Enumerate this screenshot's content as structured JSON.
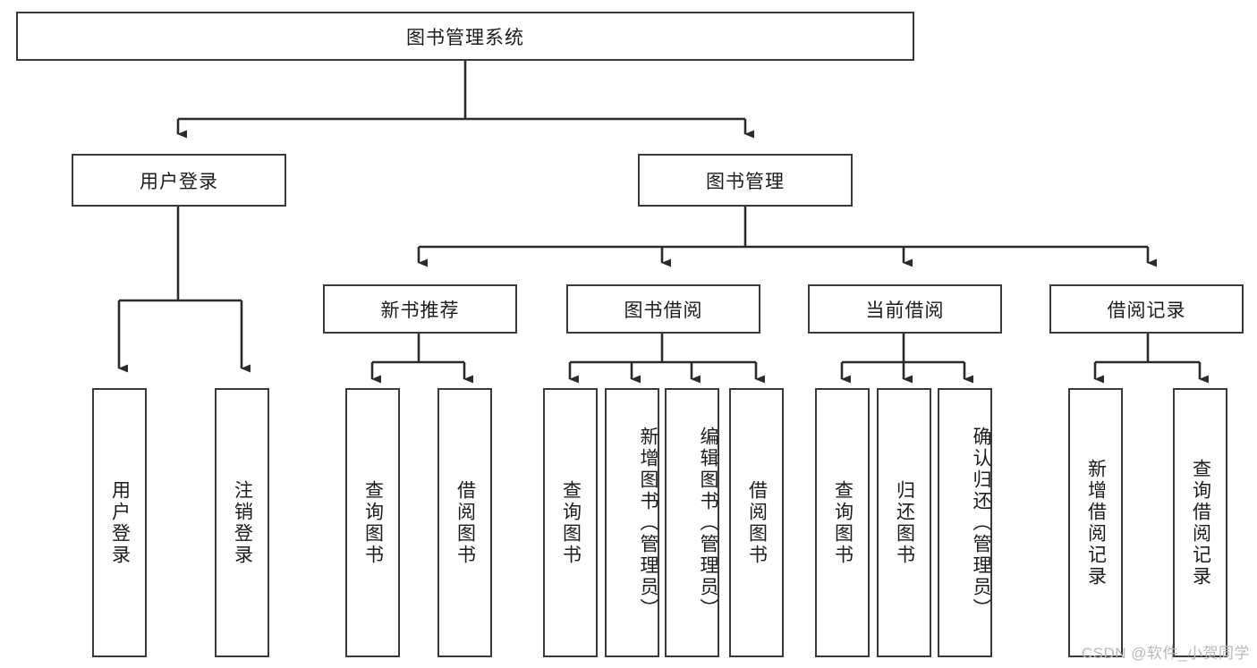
{
  "diagram": {
    "type": "tree",
    "title": "图书管理系统",
    "orientation": "top-down",
    "colors": {
      "background": "#ffffff",
      "box_border": "#3a3a3a",
      "box_fill": "#ffffff",
      "connector": "#2b2b2b",
      "text": "#1b1b1b",
      "watermark": "#b9b9b9"
    },
    "root": {
      "id": "root",
      "label": "图书管理系统",
      "orientation": "horizontal"
    },
    "level2": [
      {
        "id": "user-login",
        "label": "用户登录",
        "orientation": "horizontal"
      },
      {
        "id": "book-manage",
        "label": "图书管理",
        "orientation": "horizontal"
      }
    ],
    "level3": [
      {
        "id": "new-book-recommend",
        "label": "新书推荐",
        "orientation": "horizontal",
        "parent": "book-manage"
      },
      {
        "id": "book-borrow",
        "label": "图书借阅",
        "orientation": "horizontal",
        "parent": "book-manage"
      },
      {
        "id": "current-borrow",
        "label": "当前借阅",
        "orientation": "horizontal",
        "parent": "book-manage"
      },
      {
        "id": "borrow-record",
        "label": "借阅记录",
        "orientation": "horizontal",
        "parent": "book-manage"
      }
    ],
    "leaves": [
      {
        "id": "leaf-user-login",
        "label": "用户登录",
        "orientation": "vertical",
        "parent": "user-login"
      },
      {
        "id": "leaf-logout",
        "label": "注销登录",
        "orientation": "vertical",
        "parent": "user-login"
      },
      {
        "id": "leaf-query-book-1",
        "label": "查询图书",
        "orientation": "vertical",
        "parent": "new-book-recommend"
      },
      {
        "id": "leaf-borrow-book-1",
        "label": "借阅图书",
        "orientation": "vertical",
        "parent": "new-book-recommend"
      },
      {
        "id": "leaf-query-book-2",
        "label": "查询图书",
        "orientation": "vertical",
        "parent": "book-borrow"
      },
      {
        "id": "leaf-add-book",
        "label": "新增图书（管理员）",
        "orientation": "vertical",
        "parent": "book-borrow"
      },
      {
        "id": "leaf-edit-book",
        "label": "编辑图书（管理员）",
        "orientation": "vertical",
        "parent": "book-borrow"
      },
      {
        "id": "leaf-borrow-book-2",
        "label": "借阅图书",
        "orientation": "vertical",
        "parent": "book-borrow"
      },
      {
        "id": "leaf-query-book-3",
        "label": "查询图书",
        "orientation": "vertical",
        "parent": "current-borrow"
      },
      {
        "id": "leaf-return-book",
        "label": "归还图书",
        "orientation": "vertical",
        "parent": "current-borrow"
      },
      {
        "id": "leaf-confirm-return",
        "label": "确认归还（管理员）",
        "orientation": "vertical",
        "parent": "current-borrow"
      },
      {
        "id": "leaf-add-record",
        "label": "新增借阅记录",
        "orientation": "vertical",
        "parent": "borrow-record"
      },
      {
        "id": "leaf-query-record",
        "label": "查询借阅记录",
        "orientation": "vertical",
        "parent": "borrow-record"
      }
    ]
  },
  "watermark": {
    "text": "CSDN @软件_小贺同学"
  }
}
